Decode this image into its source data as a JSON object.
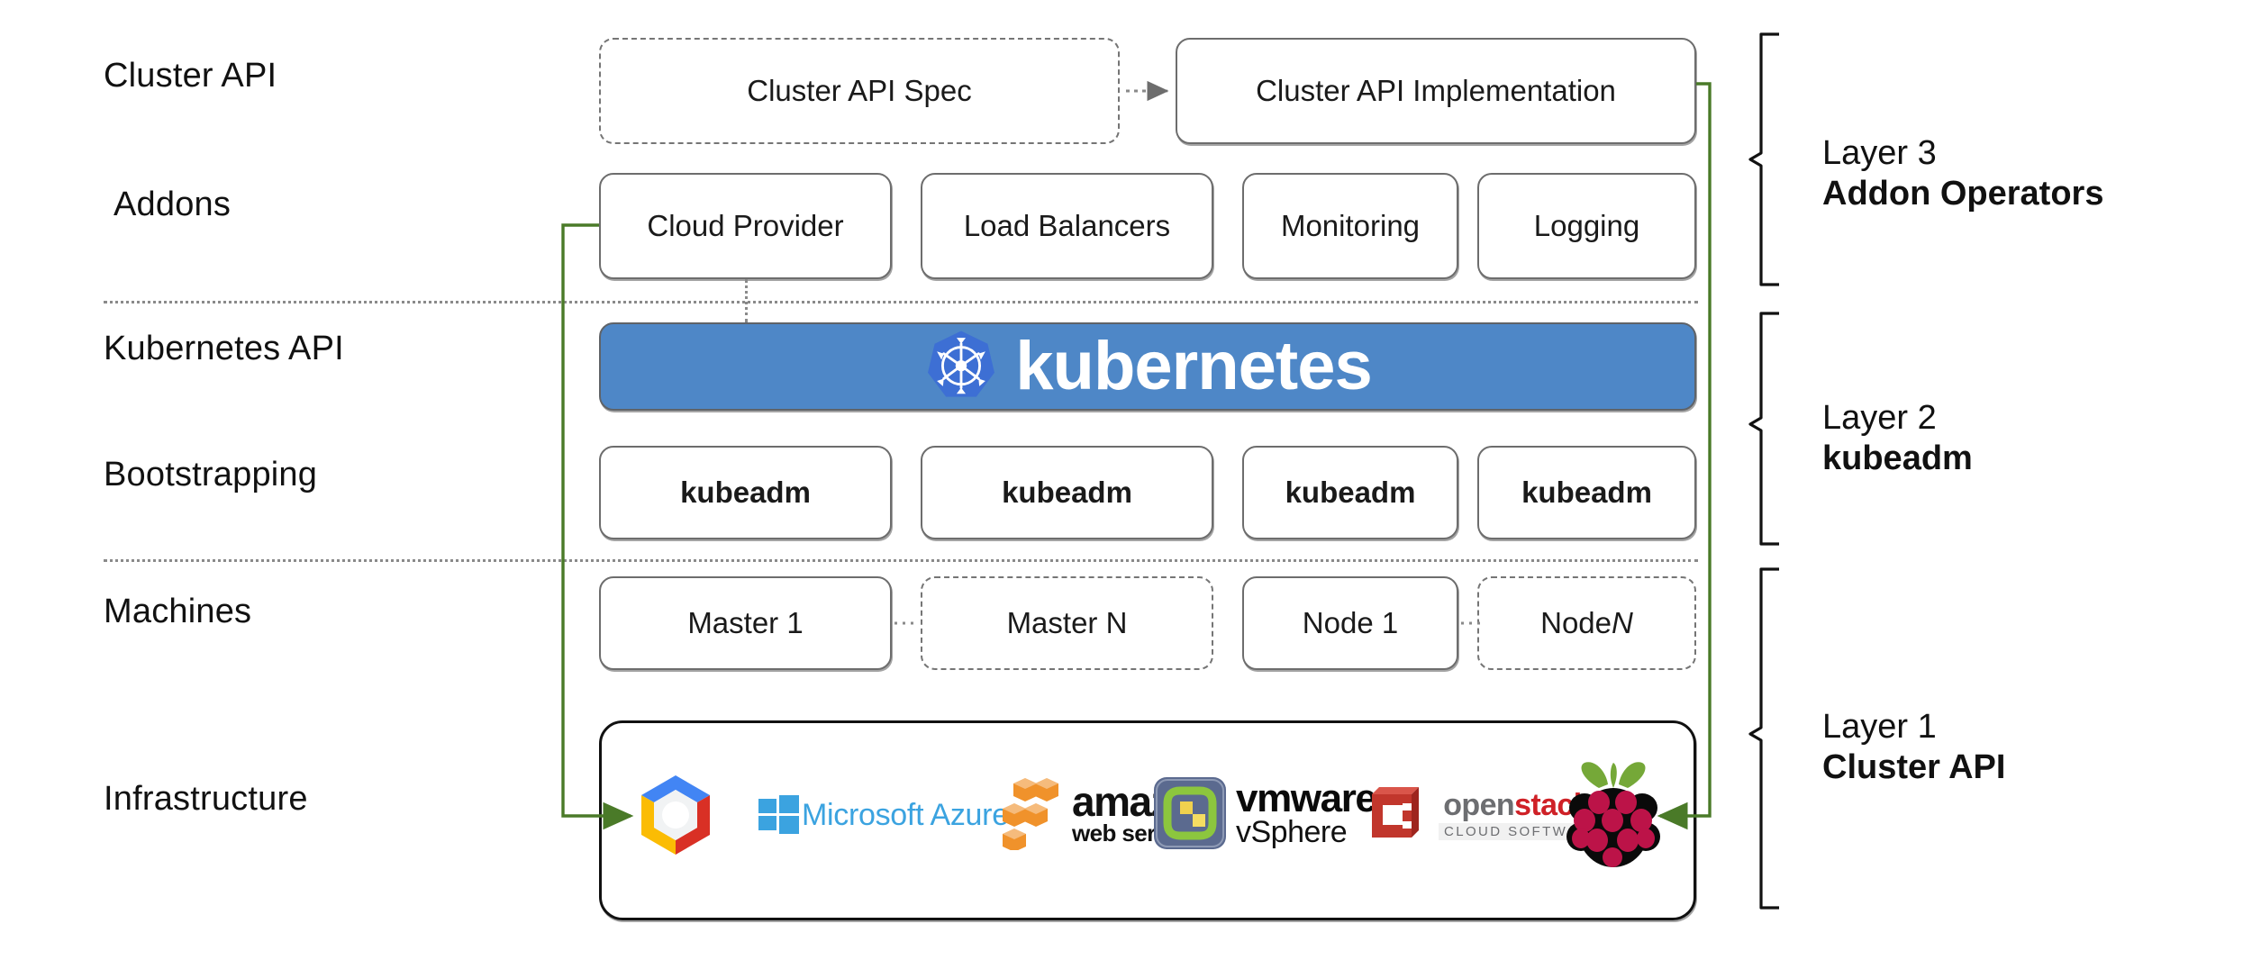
{
  "rows": [
    {
      "id": "cluster-api",
      "label": "Cluster API"
    },
    {
      "id": "addons",
      "label": "Addons"
    },
    {
      "id": "kubernetes-api",
      "label": "Kubernetes API"
    },
    {
      "id": "bootstrapping",
      "label": "Bootstrapping"
    },
    {
      "id": "machines",
      "label": "Machines"
    },
    {
      "id": "infrastructure",
      "label": "Infrastructure"
    }
  ],
  "cluster_api_row": {
    "spec_box": {
      "label": "Cluster API Spec",
      "style": "dashed"
    },
    "impl_box": {
      "label": "Cluster API Implementation",
      "style": "solid"
    },
    "connector": "dotted-arrow-right"
  },
  "addons_row": {
    "boxes": [
      {
        "label": "Cloud Provider"
      },
      {
        "label": "Load Balancers"
      },
      {
        "label": "Monitoring"
      },
      {
        "label": "Logging"
      }
    ]
  },
  "kubernetes_banner": {
    "wordmark": "kubernetes",
    "logo_name": "kubernetes-helm-logo",
    "background_color": "#4e87c7",
    "logo_color": "#3d6fd4",
    "text_color": "#ffffff"
  },
  "bootstrapping_row": {
    "boxes": [
      {
        "label": "kubeadm"
      },
      {
        "label": "kubeadm"
      },
      {
        "label": "kubeadm"
      },
      {
        "label": "kubeadm"
      }
    ]
  },
  "machines_row": {
    "boxes": [
      {
        "label": "Master 1",
        "style": "solid",
        "italic_suffix": ""
      },
      {
        "label": "Master N",
        "style": "dashed",
        "italic_suffix": ""
      },
      {
        "label": "Node 1",
        "style": "solid",
        "italic_suffix": ""
      },
      {
        "label": "Node ",
        "style": "dashed",
        "italic_suffix": "N"
      }
    ]
  },
  "infrastructure_row": {
    "logos": [
      {
        "name": "google-cloud-platform-logo",
        "label": "Google Cloud Platform"
      },
      {
        "name": "microsoft-azure-logo",
        "label": "Microsoft Azure"
      },
      {
        "name": "amazon-web-services-logo",
        "label_line1": "amazon",
        "label_line2": "web services"
      },
      {
        "name": "vmware-vsphere-logo",
        "label_line1": "vmware",
        "label_line2": "vSphere"
      },
      {
        "name": "openstack-logo",
        "label_main_a": "open",
        "label_main_b": "stack",
        "label_trademark": "™",
        "label_sub": "CLOUD SOFTWARE"
      },
      {
        "name": "raspberry-pi-logo",
        "label": "Raspberry Pi"
      }
    ]
  },
  "layers": [
    {
      "id": "layer-3",
      "line1": "Layer 3",
      "line2": "Addon Operators"
    },
    {
      "id": "layer-2",
      "line1": "Layer 2",
      "line2": "kubeadm"
    },
    {
      "id": "layer-1",
      "line1": "Layer 1",
      "line2": "Cluster API"
    }
  ],
  "colors": {
    "green_arrow": "#4a7a28",
    "box_border": "#6d6d6d",
    "separator": "#8a8a8a",
    "k8s_blue": "#4e87c7",
    "azure_blue": "#3ba3e0",
    "aws_orange": "#f0922b",
    "openstack_red": "#cf2127"
  }
}
